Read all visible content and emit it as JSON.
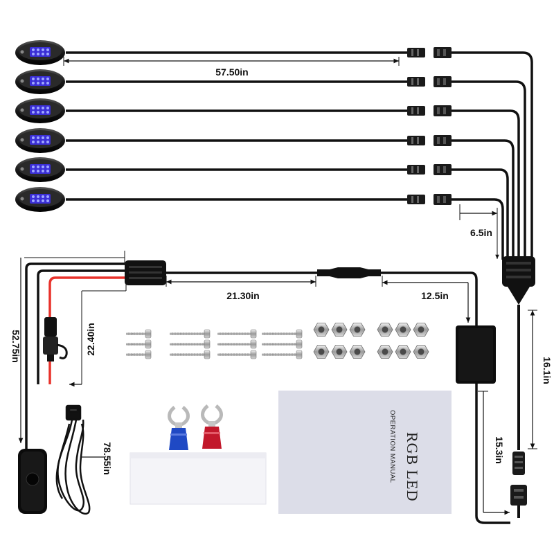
{
  "dimensions": {
    "pod_cable_length": "57.50in",
    "branch_length": "6.5in",
    "main_extension": "21.30in",
    "controller_lead": "12.5in",
    "fuse_lead": "22.40in",
    "switch_lead": "52.75in",
    "hub_to_connector": "16.1in",
    "controller_to_connector": "15.3in",
    "wire_harness": "78.55in"
  },
  "manual": {
    "title": "RGB LED",
    "subtitle": "OPERATION MANUAL"
  },
  "colors": {
    "cable": "#111111",
    "positive_wire": "#e8322b",
    "led_blue": "#3b2fd6",
    "terminal_blue": "#1f49c4",
    "terminal_red": "#c2182b",
    "manual_cover": "#dcdde8"
  }
}
